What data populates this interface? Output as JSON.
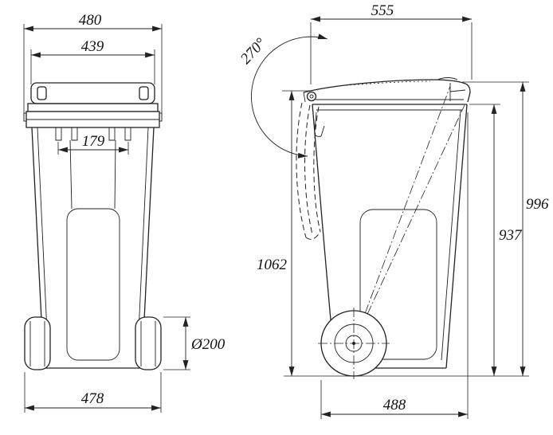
{
  "drawing": {
    "type": "technical-dimension-drawing",
    "subject": "two-wheeled waste container, front and side views",
    "colors": {
      "line": "#222222",
      "background": "#ffffff"
    },
    "front_view": {
      "width_top": "480",
      "lid_width": "439",
      "hinge_spacing": "179",
      "wheel_diameter": "Ø200",
      "width_bottom": "478"
    },
    "side_view": {
      "depth_top": "555",
      "lid_opening_angle": "270°",
      "height_overall": "1062",
      "height_to_lid": "996",
      "height_to_rim": "937",
      "depth_bottom": "488"
    }
  }
}
